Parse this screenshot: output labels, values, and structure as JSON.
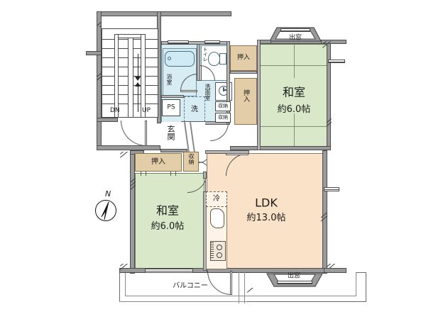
{
  "plan": {
    "type": "residential-floor-plan",
    "orientation_marker": "N",
    "rooms": [
      {
        "id": "washitsu_north",
        "name": "和室",
        "area": "約6.0帖"
      },
      {
        "id": "washitsu_west",
        "name": "和室",
        "area": "約6.0帖"
      },
      {
        "id": "ldk",
        "name": "LDK",
        "area": "約13.0帖"
      }
    ],
    "labels": {
      "washitsu_north_name": "和室",
      "washitsu_north_area": "約6.0帖",
      "washitsu_west_name": "和室",
      "washitsu_west_area": "約6.0帖",
      "ldk_name": "LDK",
      "ldk_area": "約13.0帖",
      "bath": "浴室",
      "toilet": "トイレ",
      "washroom": "洗面室",
      "laundry": "洗",
      "pipe_shaft": "PS",
      "entrance": "玄関",
      "balcony": "バルコニー",
      "stair_down": "DN",
      "stair_up": "UP",
      "north": "N",
      "fridge": "冷",
      "bay_window_north": "出窓",
      "bay_window_south": "出窓",
      "closet_1": "押入",
      "closet_2": "押入",
      "closet_3": "押入",
      "storage_1": "収納",
      "storage_2": "収納",
      "storage_3": "収納"
    },
    "colors": {
      "tatami": "#d9e8c8",
      "ldk": "#fae2c8",
      "wet_area": "#d8ecf4",
      "closet": "#e2cda8",
      "wall": "#9a9a9a",
      "wall_outline": "#4d4d4d",
      "background": "#ffffff"
    }
  }
}
